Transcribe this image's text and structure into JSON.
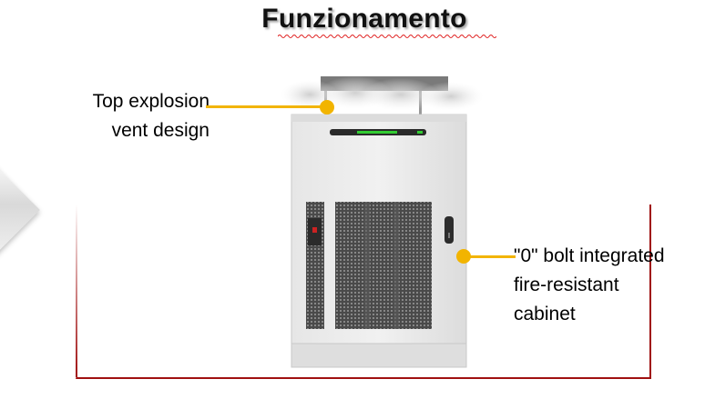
{
  "title": "Funzionamento",
  "callouts": {
    "top_vent": "Top explosion vent design",
    "fire_cabinet": "\"0\" bolt integrated fire-resistant cabinet"
  },
  "colors": {
    "accent": "#f2b400",
    "frame": "#a01010",
    "led": "#33cc33"
  }
}
